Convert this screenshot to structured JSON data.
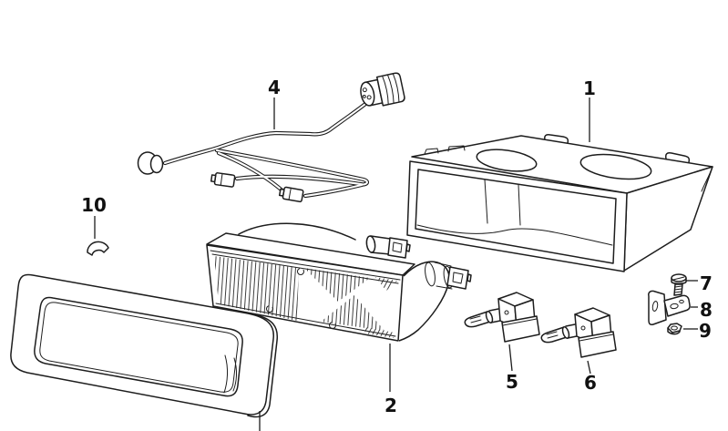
{
  "diagram": {
    "background_color": "#ffffff",
    "line_color": "#1d1d1d"
  },
  "callouts": {
    "housing": {
      "label": "1"
    },
    "fog_light": {
      "label": "2"
    },
    "wiring_harness": {
      "label": "4"
    },
    "bulb_left": {
      "label": "5"
    },
    "bulb_right": {
      "label": "6"
    },
    "screw": {
      "label": "7"
    },
    "bracket": {
      "label": "8"
    },
    "nut": {
      "label": "9"
    },
    "clip": {
      "label": "10"
    }
  }
}
